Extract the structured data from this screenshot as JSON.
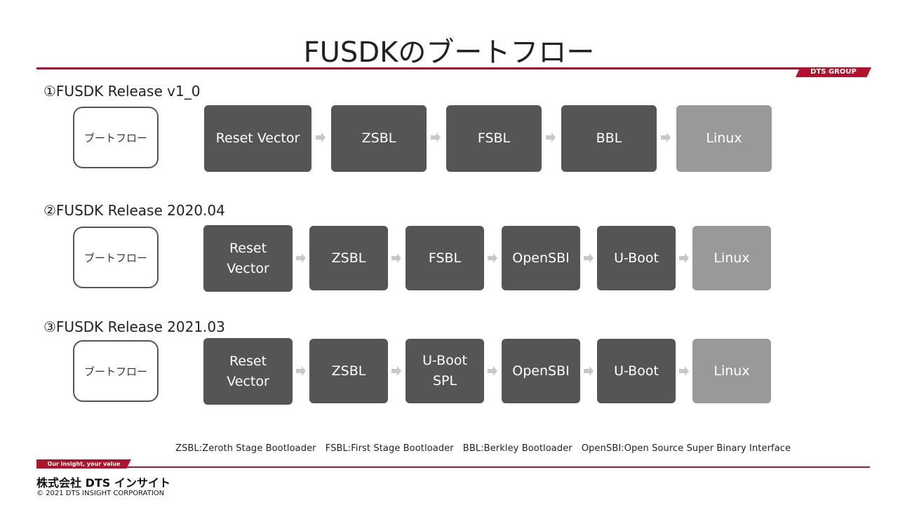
{
  "title": "FUSDKのブートフロー",
  "group_tag": "DTS GROUP",
  "sections": [
    {
      "title": "①FUSDK Release v1_0",
      "flow_label": "ブートフロー",
      "stages": [
        "Reset Vector",
        "ZSBL",
        "FSBL",
        "BBL",
        "Linux"
      ]
    },
    {
      "title": "②FUSDK Release 2020.04",
      "flow_label": "ブートフロー",
      "stages": [
        "Reset\nVector",
        "ZSBL",
        "FSBL",
        "OpenSBI",
        "U-Boot",
        "Linux"
      ]
    },
    {
      "title": "③FUSDK Release 2021.03",
      "flow_label": "ブートフロー",
      "stages": [
        "Reset\nVector",
        "ZSBL",
        "U-Boot\nSPL",
        "OpenSBI",
        "U-Boot",
        "Linux"
      ]
    }
  ],
  "legend": "ZSBL:Zeroth Stage Bootloader　FSBL:First Stage Bootloader　BBL:Berkley Bootloader　OpenSBI:Open Source Super Binary Interface",
  "footer": {
    "tagline": "Our insight, your value",
    "company_jp": "株式会社 DTS インサイト",
    "copyright": "© 2021 DTS INSIGHT CORPORATION"
  },
  "colors": {
    "accent": "#b0142c",
    "stage": "#555555",
    "final_stage": "#999999",
    "arrow": "#c8c8c8"
  }
}
